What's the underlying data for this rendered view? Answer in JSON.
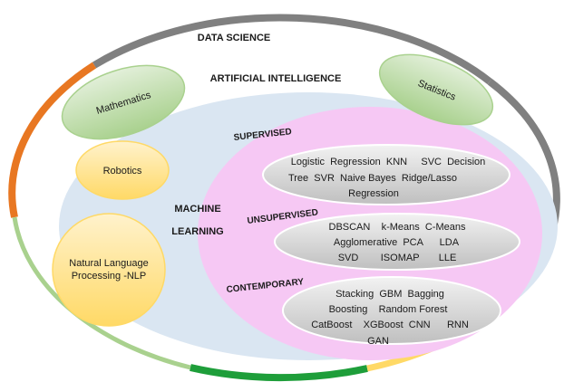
{
  "outer": {
    "title": "DATA SCIENCE",
    "ring_colors": [
      "#7f7f7f",
      "#e87722",
      "#a9d18e",
      "#1e9e3a",
      "#ffd966",
      "#7f7f7f"
    ]
  },
  "ai": {
    "title": "ARTIFICIAL INTELLIGENCE",
    "color": "#dae6f2"
  },
  "fields": {
    "mathematics": "Mathematics",
    "statistics": "Statistics",
    "robotics": "Robotics",
    "nlp_line1": "Natural Language",
    "nlp_line2": "Processing -NLP"
  },
  "ml": {
    "label_line1": "MACHINE",
    "label_line2": "LEARNING",
    "color": "#f6c8f4"
  },
  "supervised": {
    "title": "SUPERVISED",
    "line1": "Logistic  Regression  KNN     SVC  Decision",
    "line2": "Tree  SVR  Naive Bayes  Ridge/Lasso",
    "line3": "Regression"
  },
  "unsupervised": {
    "title": "UNSUPERVISED",
    "line1": "DBSCAN    k-Means  C-Means",
    "line2": "Agglomerative  PCA      LDA",
    "line3": "SVD        ISOMAP       LLE"
  },
  "contemporary": {
    "title": "CONTEMPORARY",
    "line1": "Stacking  GBM  Bagging",
    "line2": "Boosting    Random Forest",
    "line3": "CatBoost    XGBoost  CNN      RNN",
    "line4": "GAN"
  },
  "colors": {
    "green_fill": "#c5dfb4",
    "yellow_fill": "#ffe08a",
    "grey_pill": "#d9d9d9"
  }
}
